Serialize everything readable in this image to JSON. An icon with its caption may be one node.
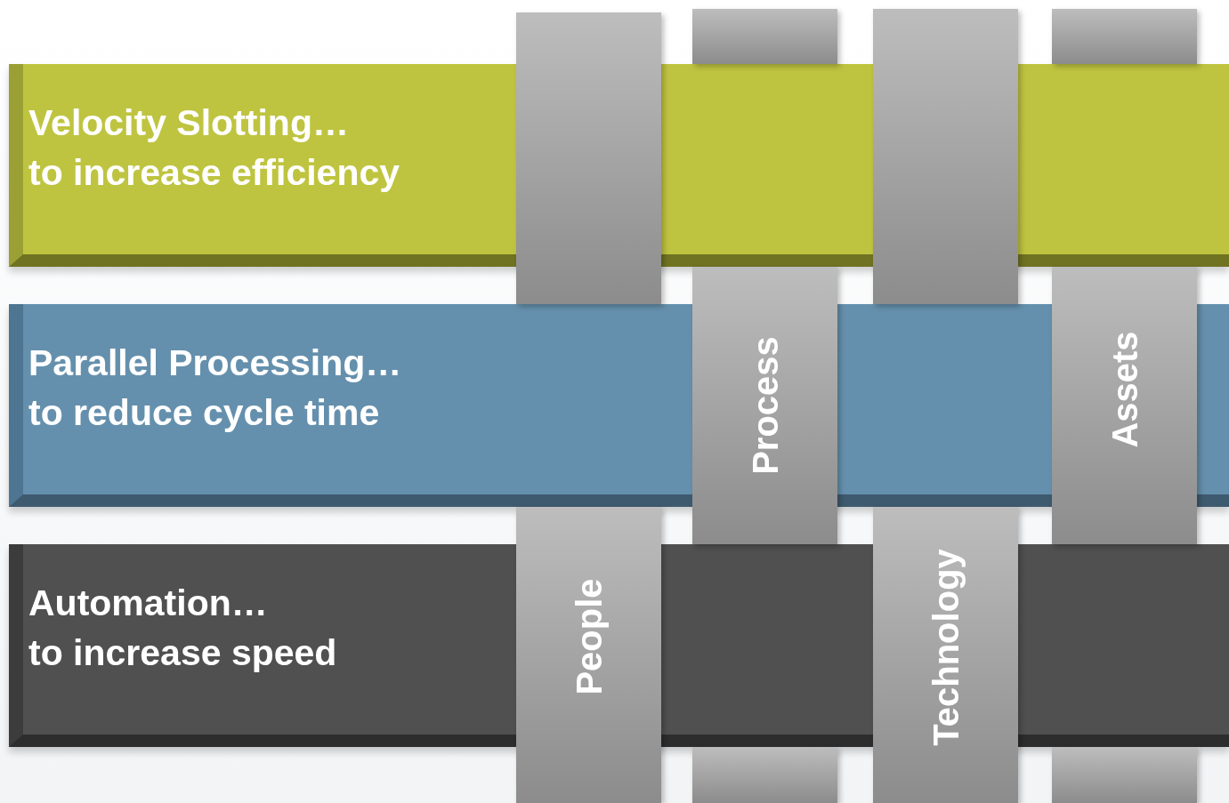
{
  "diagram": {
    "nodes": [
      {
        "text": [
          "Velocity Slotting…",
          "to increase efficiency"
        ]
      },
      {
        "text": [
          "Parallel Processing…",
          "to reduce cycle time"
        ]
      },
      {
        "text": [
          "Automation…",
          "to increase speed"
        ]
      },
      {
        "text": [
          "People"
        ]
      },
      {
        "text": [
          "Process"
        ]
      },
      {
        "text": [
          "Technology"
        ]
      },
      {
        "text": [
          "Assets"
        ]
      }
    ]
  }
}
